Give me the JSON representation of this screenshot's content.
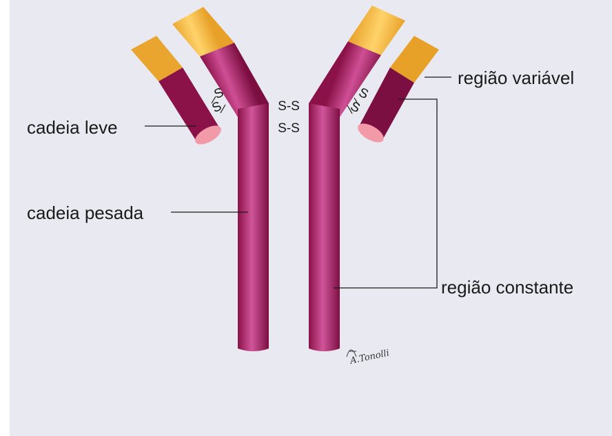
{
  "labels": {
    "light_chain": "cadeia leve",
    "heavy_chain": "cadeia pesada",
    "variable_region": "região variável",
    "constant_region": "região constante"
  },
  "disulfide_bond": "S-S",
  "disulfide_short": "S",
  "signature": "A.Tonolli",
  "colors": {
    "background": "#e9e9f1",
    "chain": "#a0195a",
    "chain_highlight": "#d0559a",
    "variable": "#f2b53a",
    "variable_highlight": "#ffd36a",
    "chain_end": "#f39aa8",
    "line": "#1a1a1a"
  }
}
